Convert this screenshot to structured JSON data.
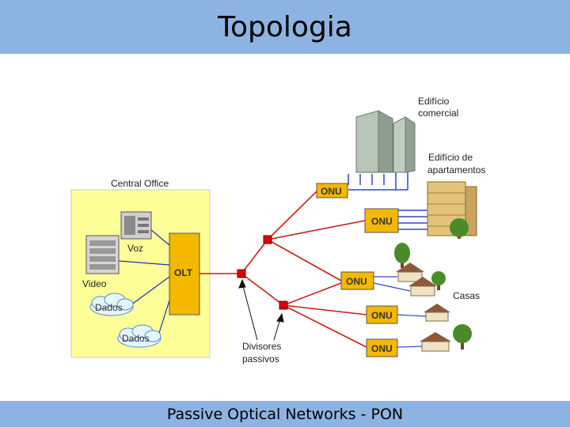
{
  "header": {
    "title": "Topologia"
  },
  "footer": {
    "text": "Passive Optical Networks - PON"
  },
  "diagram": {
    "central_office": "Central Office",
    "olt": "OLT",
    "voice": "Voz",
    "video": "Video",
    "data_1": "Dados",
    "data_2": "Dados",
    "onu_1": "ONU",
    "onu_2": "ONU",
    "onu_3": "ONU",
    "onu_4": "ONU",
    "onu_5": "ONU",
    "commercial_line1": "Edifício",
    "commercial_line2": "comercial",
    "apartments_line1": "Edifício de",
    "apartments_line2": "apartamentos",
    "houses": "Casas",
    "splitters_line1": "Divisores",
    "splitters_line2": "passivos"
  },
  "colors": {
    "header_bg": "#8db3e2",
    "central_office_bg": "#ffff99",
    "olt_fill": "#f5b800",
    "fiber": "#cc1a1a",
    "link": "#2233aa"
  }
}
